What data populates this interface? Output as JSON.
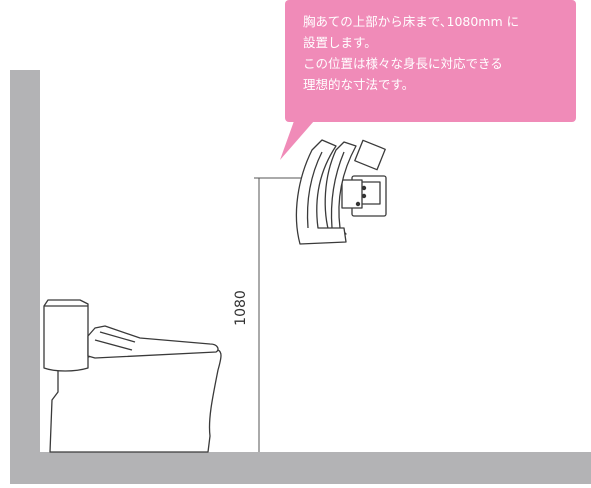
{
  "callout": {
    "lines": [
      "胸あての上部から床まで､1080mm に",
      "設置します。",
      "この位置は様々な身長に対応できる",
      "理想的な寸法です。"
    ],
    "bg_color": "#f08bb8"
  },
  "dimension": {
    "label": "1080"
  },
  "colors": {
    "wall": "#b3b3b5",
    "outline": "#3a3a3a",
    "line": "#555555"
  }
}
